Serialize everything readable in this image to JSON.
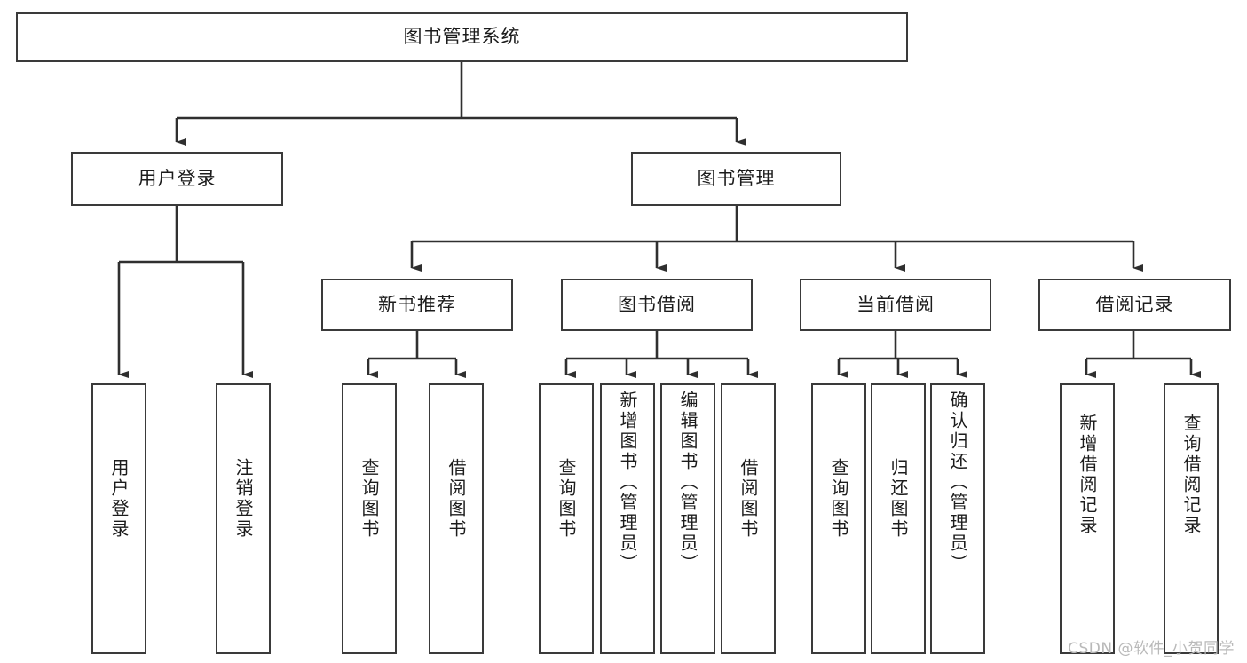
{
  "diagram": {
    "type": "tree-hierarchy",
    "title": "图书管理系统",
    "watermark": "CSDN @软件_小贺同学",
    "colors": {
      "box_border": "#3a3a3a",
      "box_fill": "#ffffff",
      "connector": "#2f2f2f",
      "text": "#1c1c1c",
      "watermark": "#b9b9b9"
    },
    "nodes": {
      "root": {
        "label": "图书管理系统",
        "level": 1
      },
      "l2": [
        {
          "id": "user-login",
          "label": "用户登录",
          "level": 2
        },
        {
          "id": "book-manage",
          "label": "图书管理",
          "level": 2
        }
      ],
      "l3": [
        {
          "id": "new-book-recommend",
          "label": "新书推荐",
          "level": 3,
          "parent": "book-manage"
        },
        {
          "id": "book-borrow",
          "label": "图书借阅",
          "level": 3,
          "parent": "book-manage"
        },
        {
          "id": "current-borrow",
          "label": "当前借阅",
          "level": 3,
          "parent": "book-manage"
        },
        {
          "id": "borrow-record",
          "label": "借阅记录",
          "level": 3,
          "parent": "book-manage"
        }
      ],
      "leaves": [
        {
          "id": "leaf-user-login",
          "label": "用户登录",
          "parent": "user-login"
        },
        {
          "id": "leaf-user-logout",
          "label": "注销登录",
          "parent": "user-login"
        },
        {
          "id": "leaf-query-book-1",
          "label": "查询图书",
          "parent": "new-book-recommend"
        },
        {
          "id": "leaf-borrow-book-1",
          "label": "借阅图书",
          "parent": "new-book-recommend"
        },
        {
          "id": "leaf-query-book-2",
          "label": "查询图书",
          "parent": "book-borrow"
        },
        {
          "id": "leaf-add-book",
          "label": "新增图书（管理员）",
          "parent": "book-borrow"
        },
        {
          "id": "leaf-edit-book",
          "label": "编辑图书（管理员）",
          "parent": "book-borrow"
        },
        {
          "id": "leaf-borrow-book-2",
          "label": "借阅图书",
          "parent": "book-borrow"
        },
        {
          "id": "leaf-query-book-3",
          "label": "查询图书",
          "parent": "current-borrow"
        },
        {
          "id": "leaf-return-book",
          "label": "归还图书",
          "parent": "current-borrow"
        },
        {
          "id": "leaf-confirm-return",
          "label": "确认归还（管理员）",
          "parent": "current-borrow"
        },
        {
          "id": "leaf-add-record",
          "label": "新增借阅记录",
          "parent": "borrow-record"
        },
        {
          "id": "leaf-query-record",
          "label": "查询借阅记录",
          "parent": "borrow-record"
        }
      ]
    }
  }
}
